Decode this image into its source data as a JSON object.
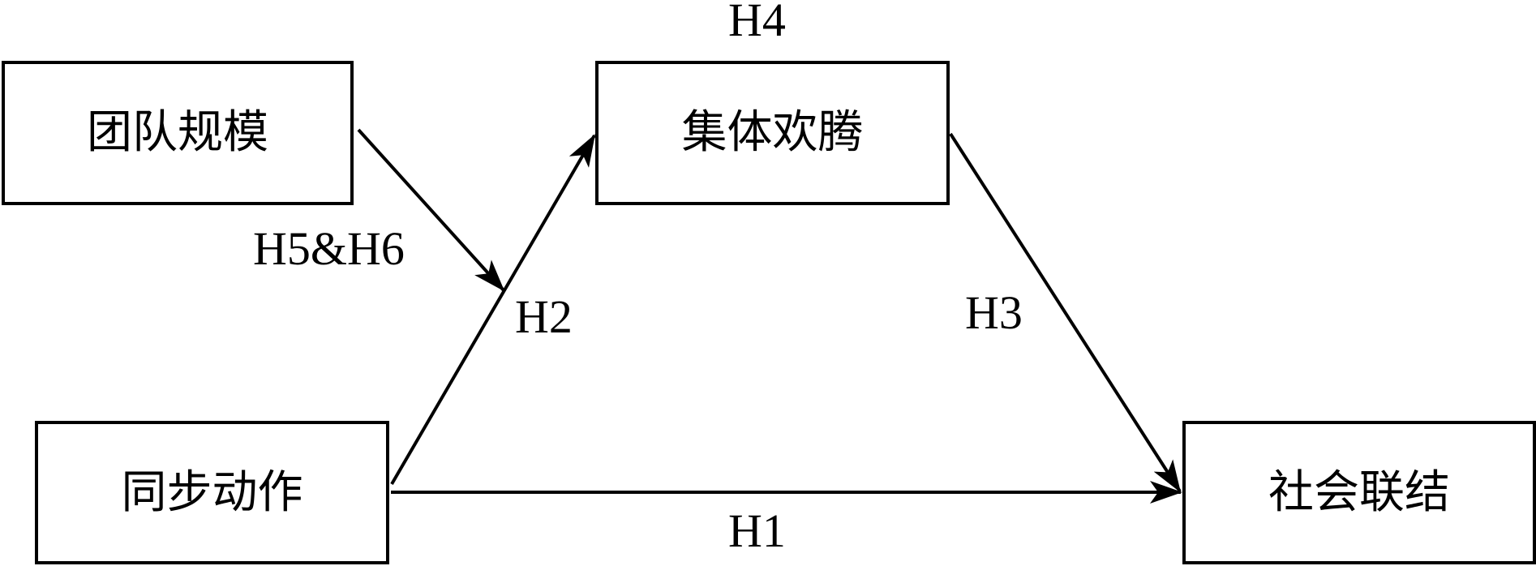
{
  "diagram": {
    "nodes": {
      "team_size": "团队规模",
      "collective_effervescence": "集体欢腾",
      "synchronous_action": "同步动作",
      "social_bonding": "社会联结"
    },
    "edges": [
      {
        "from": "synchronous_action",
        "to": "social_bonding",
        "label": "H1"
      },
      {
        "from": "synchronous_action",
        "to": "collective_effervescence",
        "label": "H2"
      },
      {
        "from": "collective_effervescence",
        "to": "social_bonding",
        "label": "H3"
      },
      {
        "from": "team_size",
        "to": "H2-path",
        "label": "H5&H6"
      }
    ],
    "labels": {
      "h1": "H1",
      "h2": "H2",
      "h3": "H3",
      "h4": "H4",
      "h5h6": "H5&H6"
    },
    "colors": {
      "stroke": "#000000",
      "background": "#ffffff"
    }
  }
}
